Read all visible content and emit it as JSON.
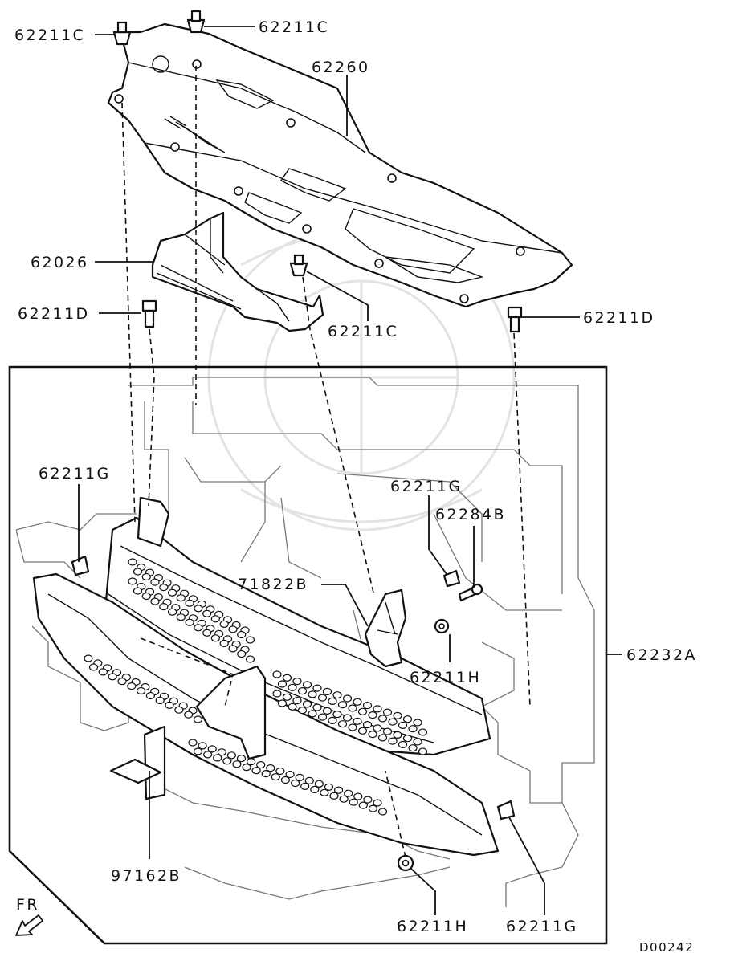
{
  "labels": {
    "c_top_left": "62211C",
    "c_top_right": "62211C",
    "cover_top": "62260",
    "duct": "62026",
    "c_mid": "62211C",
    "d_left": "62211D",
    "d_right": "62211D",
    "g_left": "62211G",
    "g_mid": "62211G",
    "bolt": "62284B",
    "bracket": "71822B",
    "h_mid": "62211H",
    "grille_assy": "62232A",
    "emblem": "97162B",
    "h_bottom": "62211H",
    "g_bottom": "62211G"
  },
  "direction_label": "FR",
  "diagram_code": "D00242"
}
